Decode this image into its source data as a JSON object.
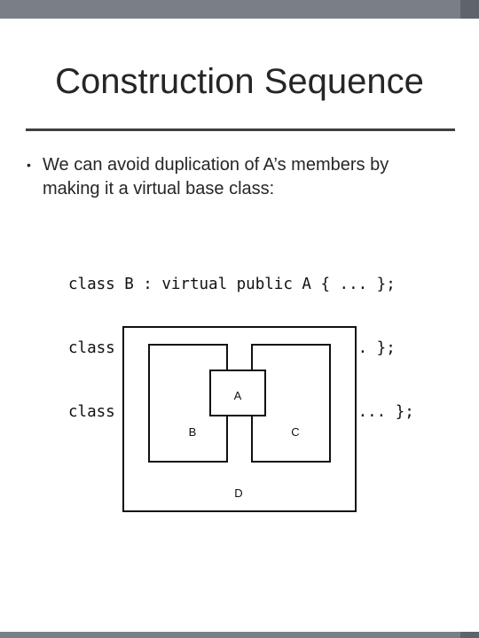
{
  "slide": {
    "title": "Construction Sequence",
    "bullet_icon": "•",
    "bullet_text": "We can avoid duplication of A’s members by making it a virtual base class:",
    "code_lines": [
      "class B : virtual public A { ... };",
      "class C : virtual public A { ... };",
      "class D : public B, public C { ... };"
    ]
  },
  "diagram": {
    "labels": {
      "a": "A",
      "b": "B",
      "c": "C",
      "d": "D"
    }
  },
  "colors": {
    "accent_bar": "#7a7f87",
    "text": "#262626"
  }
}
